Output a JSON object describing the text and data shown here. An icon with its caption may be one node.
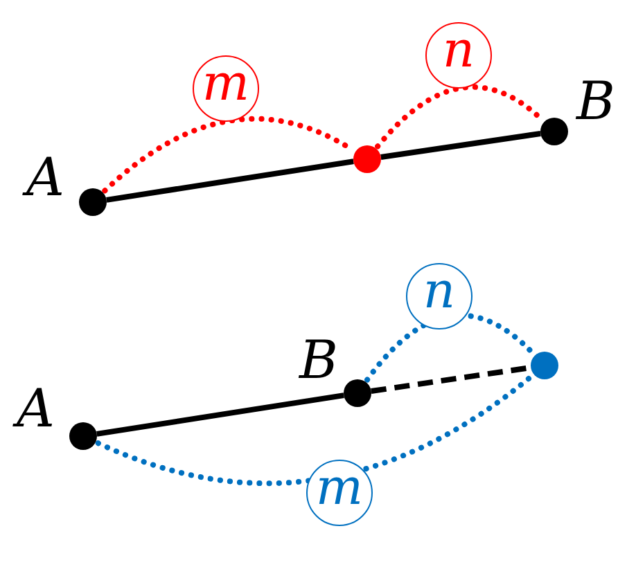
{
  "diagram": {
    "nodes": [
      {
        "text": [],
        "shape": "circle",
        "beside": [
          "A"
        ]
      },
      {
        "text": [],
        "shape": "circle"
      },
      {
        "text": [],
        "shape": "circle",
        "beside": [
          "B"
        ]
      },
      {
        "text": [],
        "shape": "circle",
        "beside": [
          "A"
        ]
      },
      {
        "text": [],
        "shape": "circle",
        "beside": [
          "B"
        ]
      },
      {
        "text": [],
        "shape": "circle"
      }
    ],
    "edges": [
      {
        "from": 0,
        "to": 1,
        "arrow": "none"
      },
      {
        "from": 1,
        "to": 2,
        "arrow": "none"
      },
      {
        "from": 0,
        "to": 1,
        "arrow": "none",
        "label": "m",
        "style": "dashed",
        "color": "#ff0000"
      },
      {
        "from": 1,
        "to": 2,
        "arrow": "none",
        "label": "n",
        "style": "dashed",
        "color": "#ff0000"
      },
      {
        "from": 3,
        "to": 4,
        "arrow": "none"
      },
      {
        "from": 4,
        "to": 5,
        "arrow": "none",
        "style": "dashed"
      },
      {
        "from": 4,
        "to": 5,
        "arrow": "none",
        "label": "n",
        "style": "dashed",
        "color": "#0070c0"
      },
      {
        "from": 3,
        "to": 5,
        "arrow": "none",
        "label": "m",
        "style": "dashed",
        "color": "#0070c0"
      }
    ]
  }
}
